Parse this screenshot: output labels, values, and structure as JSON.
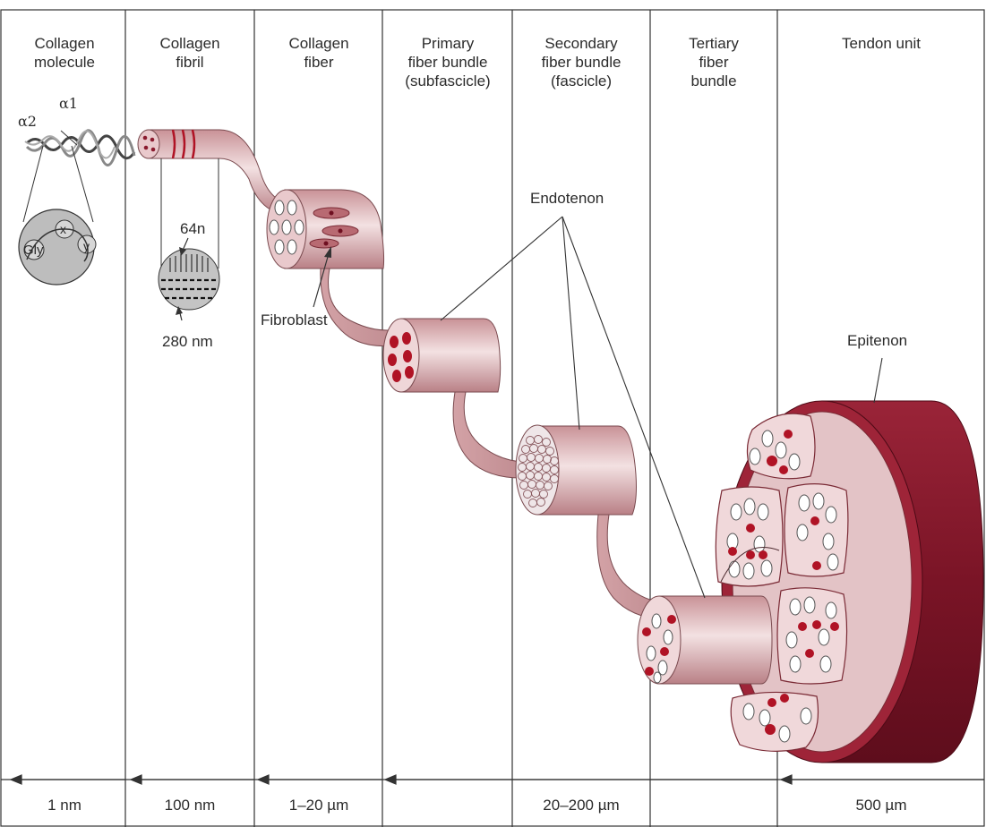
{
  "columns": [
    {
      "id": "collagen-molecule",
      "header": "Collagen\nmolecule",
      "scale": "1 nm"
    },
    {
      "id": "collagen-fibril",
      "header": "Collagen\nfibril",
      "scale": "100 nm"
    },
    {
      "id": "collagen-fiber",
      "header": "Collagen\nfiber",
      "scale": "1–20 µm"
    },
    {
      "id": "primary-fiber-bundle",
      "header": "Primary\nfiber bundle\n(subfascicle)",
      "scale": ""
    },
    {
      "id": "secondary-fiber-bundle",
      "header": "Secondary\nfiber bundle\n(fascicle)",
      "scale": "20–200 µm"
    },
    {
      "id": "tertiary-fiber-bundle",
      "header": "Tertiary\nfiber\nbundle",
      "scale": ""
    },
    {
      "id": "tendon-unit",
      "header": "Tendon unit",
      "scale": "500 µm"
    }
  ],
  "labels": {
    "alpha1": "α1",
    "alpha2": "α2",
    "gly": "Gly",
    "x": "x",
    "y": "y",
    "band_64": "64n",
    "band_280": "280 nm",
    "fibroblast": "Fibroblast",
    "endotenon": "Endotenon",
    "epitenon": "Epitenon"
  },
  "colors": {
    "tissue_light": "#f0d6d8",
    "tissue_mid": "#c99297",
    "tendon_dark": "#8a1a2e",
    "cell_red": "#b01325",
    "line": "#333333"
  }
}
